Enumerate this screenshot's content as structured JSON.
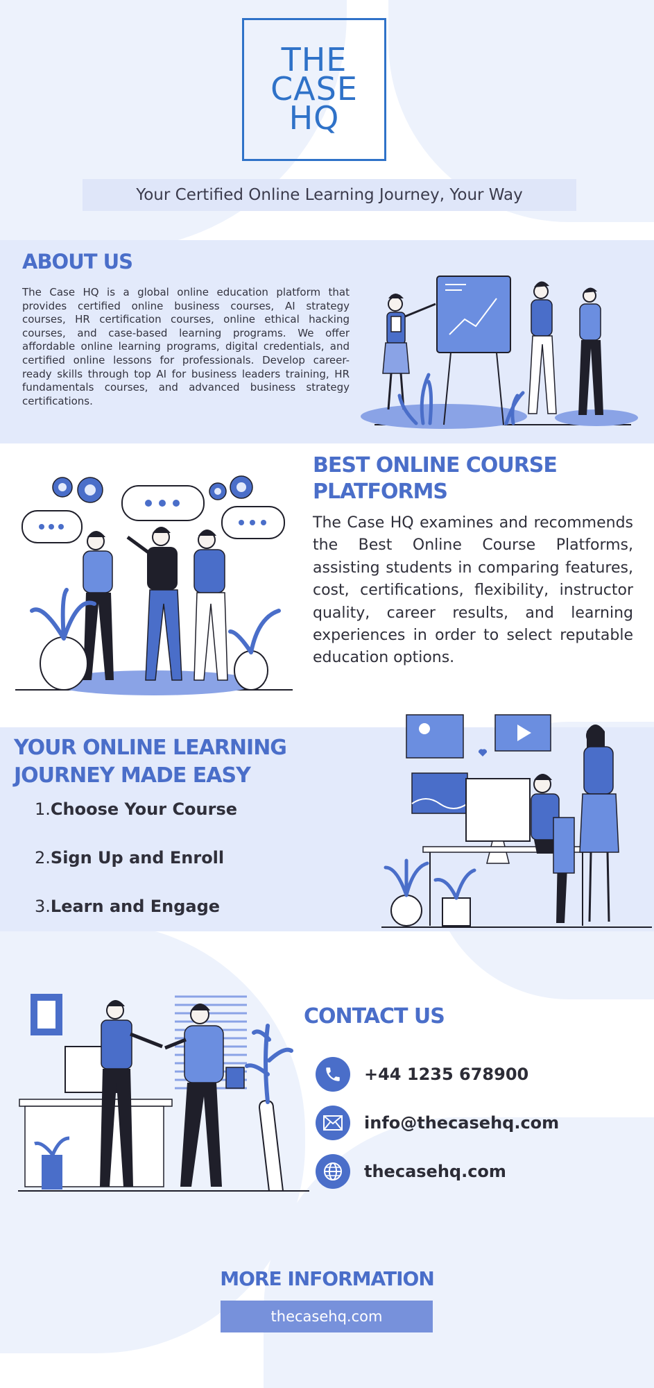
{
  "logo": {
    "lines": [
      "THE",
      "CASE",
      "HQ"
    ]
  },
  "tagline": "Your Certified Online Learning Journey, Your Way",
  "about": {
    "title": "ABOUT US",
    "text": "The Case HQ is a global online education platform that provides certified online business courses, AI strategy courses, HR certification courses, online ethical hacking courses, and case-based learning programs. We offer affordable online learning programs, digital credentials, and certified online lessons for professionals. Develop career-ready skills through top AI for business leaders training, HR fundamentals courses, and advanced business strategy certifications."
  },
  "best": {
    "title_line1": "BEST ONLINE COURSE",
    "title_line2": "PLATFORMS",
    "text": "The Case HQ examines and recommends the Best Online Course Platforms, assisting students in comparing features, cost, certifications, flexibility, instructor quality, career results, and learning experiences in order to select reputable education options."
  },
  "journey": {
    "title_line1": "YOUR ONLINE LEARNING",
    "title_line2": "JOURNEY MADE EASY",
    "steps": [
      {
        "num": "1.",
        "label": "Choose Your Course"
      },
      {
        "num": "2.",
        "label": "Sign Up and Enroll"
      },
      {
        "num": "3.",
        "label": "Learn and Engage"
      }
    ]
  },
  "contact": {
    "title": "CONTACT US",
    "items": [
      {
        "icon": "phone-icon",
        "text": "+44 1235 678900"
      },
      {
        "icon": "mail-icon",
        "text": "info@thecasehq.com"
      },
      {
        "icon": "globe-icon",
        "text": "thecasehq.com"
      }
    ]
  },
  "more": {
    "title": "MORE INFORMATION",
    "button": "thecasehq.com"
  },
  "colors": {
    "accent": "#4a6ec9",
    "logo": "#2f72c8",
    "band": "#e3eafb",
    "button": "#7791db"
  }
}
